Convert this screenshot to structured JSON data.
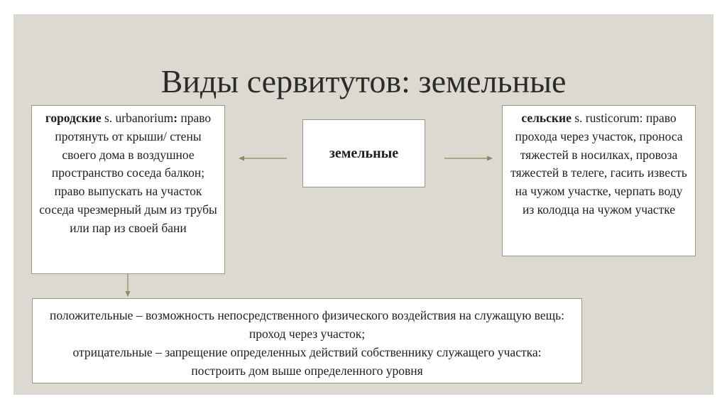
{
  "title": "Виды сервитутов: земельные",
  "center": {
    "label": "земельные"
  },
  "urban": {
    "term": "городские",
    "latin": " s. urbanorium",
    "colon": ":",
    "text": " право протянуть от крыши/ стены своего дома в воздушное пространство соседа балкон; право выпускать на участок соседа чрезмерный дым из трубы или пар из своей бани"
  },
  "rural": {
    "term": "сельские",
    "latin": " s. rusticorum:",
    "text": " право прохода через участок, проноса тяжестей в носилках, провоза тяжестей в телеге, гасить известь на чужом участке, черпать воду из колодца на чужом участке"
  },
  "types": {
    "positive": "положительные – возможность непосредственного физического воздействия на служащую вещь: проход через участок;",
    "negative": "отрицательные – запрещение определенных действий собственнику служащего участка: построить дом выше определенного уровня"
  },
  "colors": {
    "slide_bg": "#dcd9d0",
    "arrow": "#8c8a5e",
    "border": "#9a9787"
  }
}
